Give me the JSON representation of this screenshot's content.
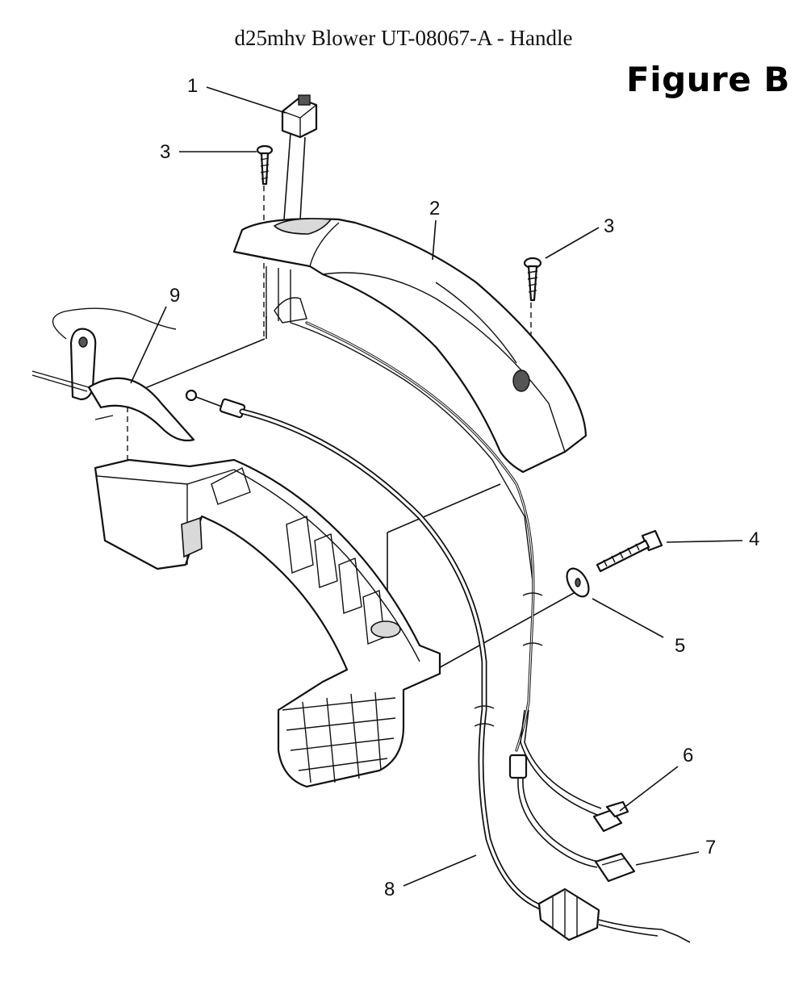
{
  "title": "d25mhv Blower UT-08067-A - Handle",
  "figure_label": "Figure B",
  "callouts": {
    "c1": "1",
    "c2": "2",
    "c3a": "3",
    "c3b": "3",
    "c4": "4",
    "c5": "5",
    "c6": "6",
    "c7": "7",
    "c8": "8",
    "c9": "9"
  }
}
